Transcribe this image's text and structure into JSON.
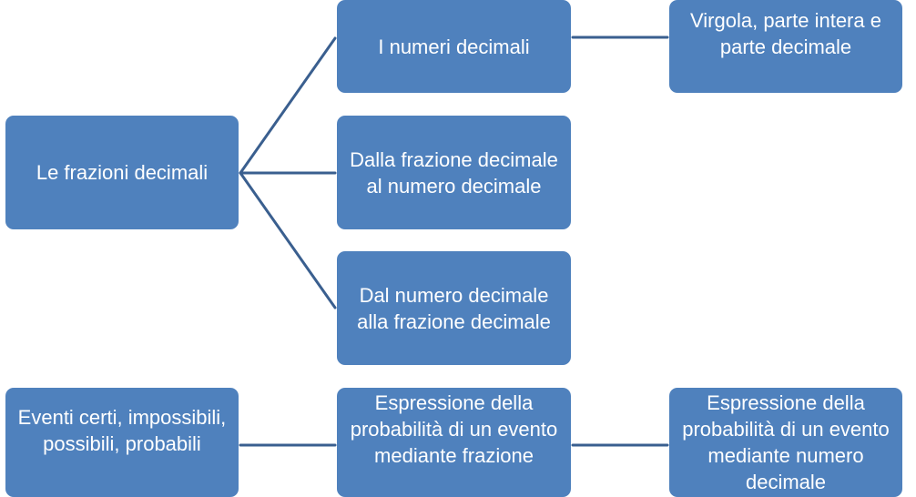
{
  "colors": {
    "node_fill": "#4f81bd",
    "connector": "#3a5f8f",
    "text": "#ffffff"
  },
  "nodes": {
    "root": "Le frazioni  decimali",
    "numeri": "I numeri decimali",
    "virgola": "Virgola, parte intera e parte decimale",
    "frazione": "Dalla frazione decimale al numero decimale",
    "numero": "Dal numero decimale alla  frazione decimale",
    "eventi": "Eventi certi, impossibili, possibili, probabili",
    "esp_fraz": "Espressione della probabilità di un evento mediante frazione",
    "esp_dec": "Espressione della probabilità di un evento mediante numero decimale"
  }
}
